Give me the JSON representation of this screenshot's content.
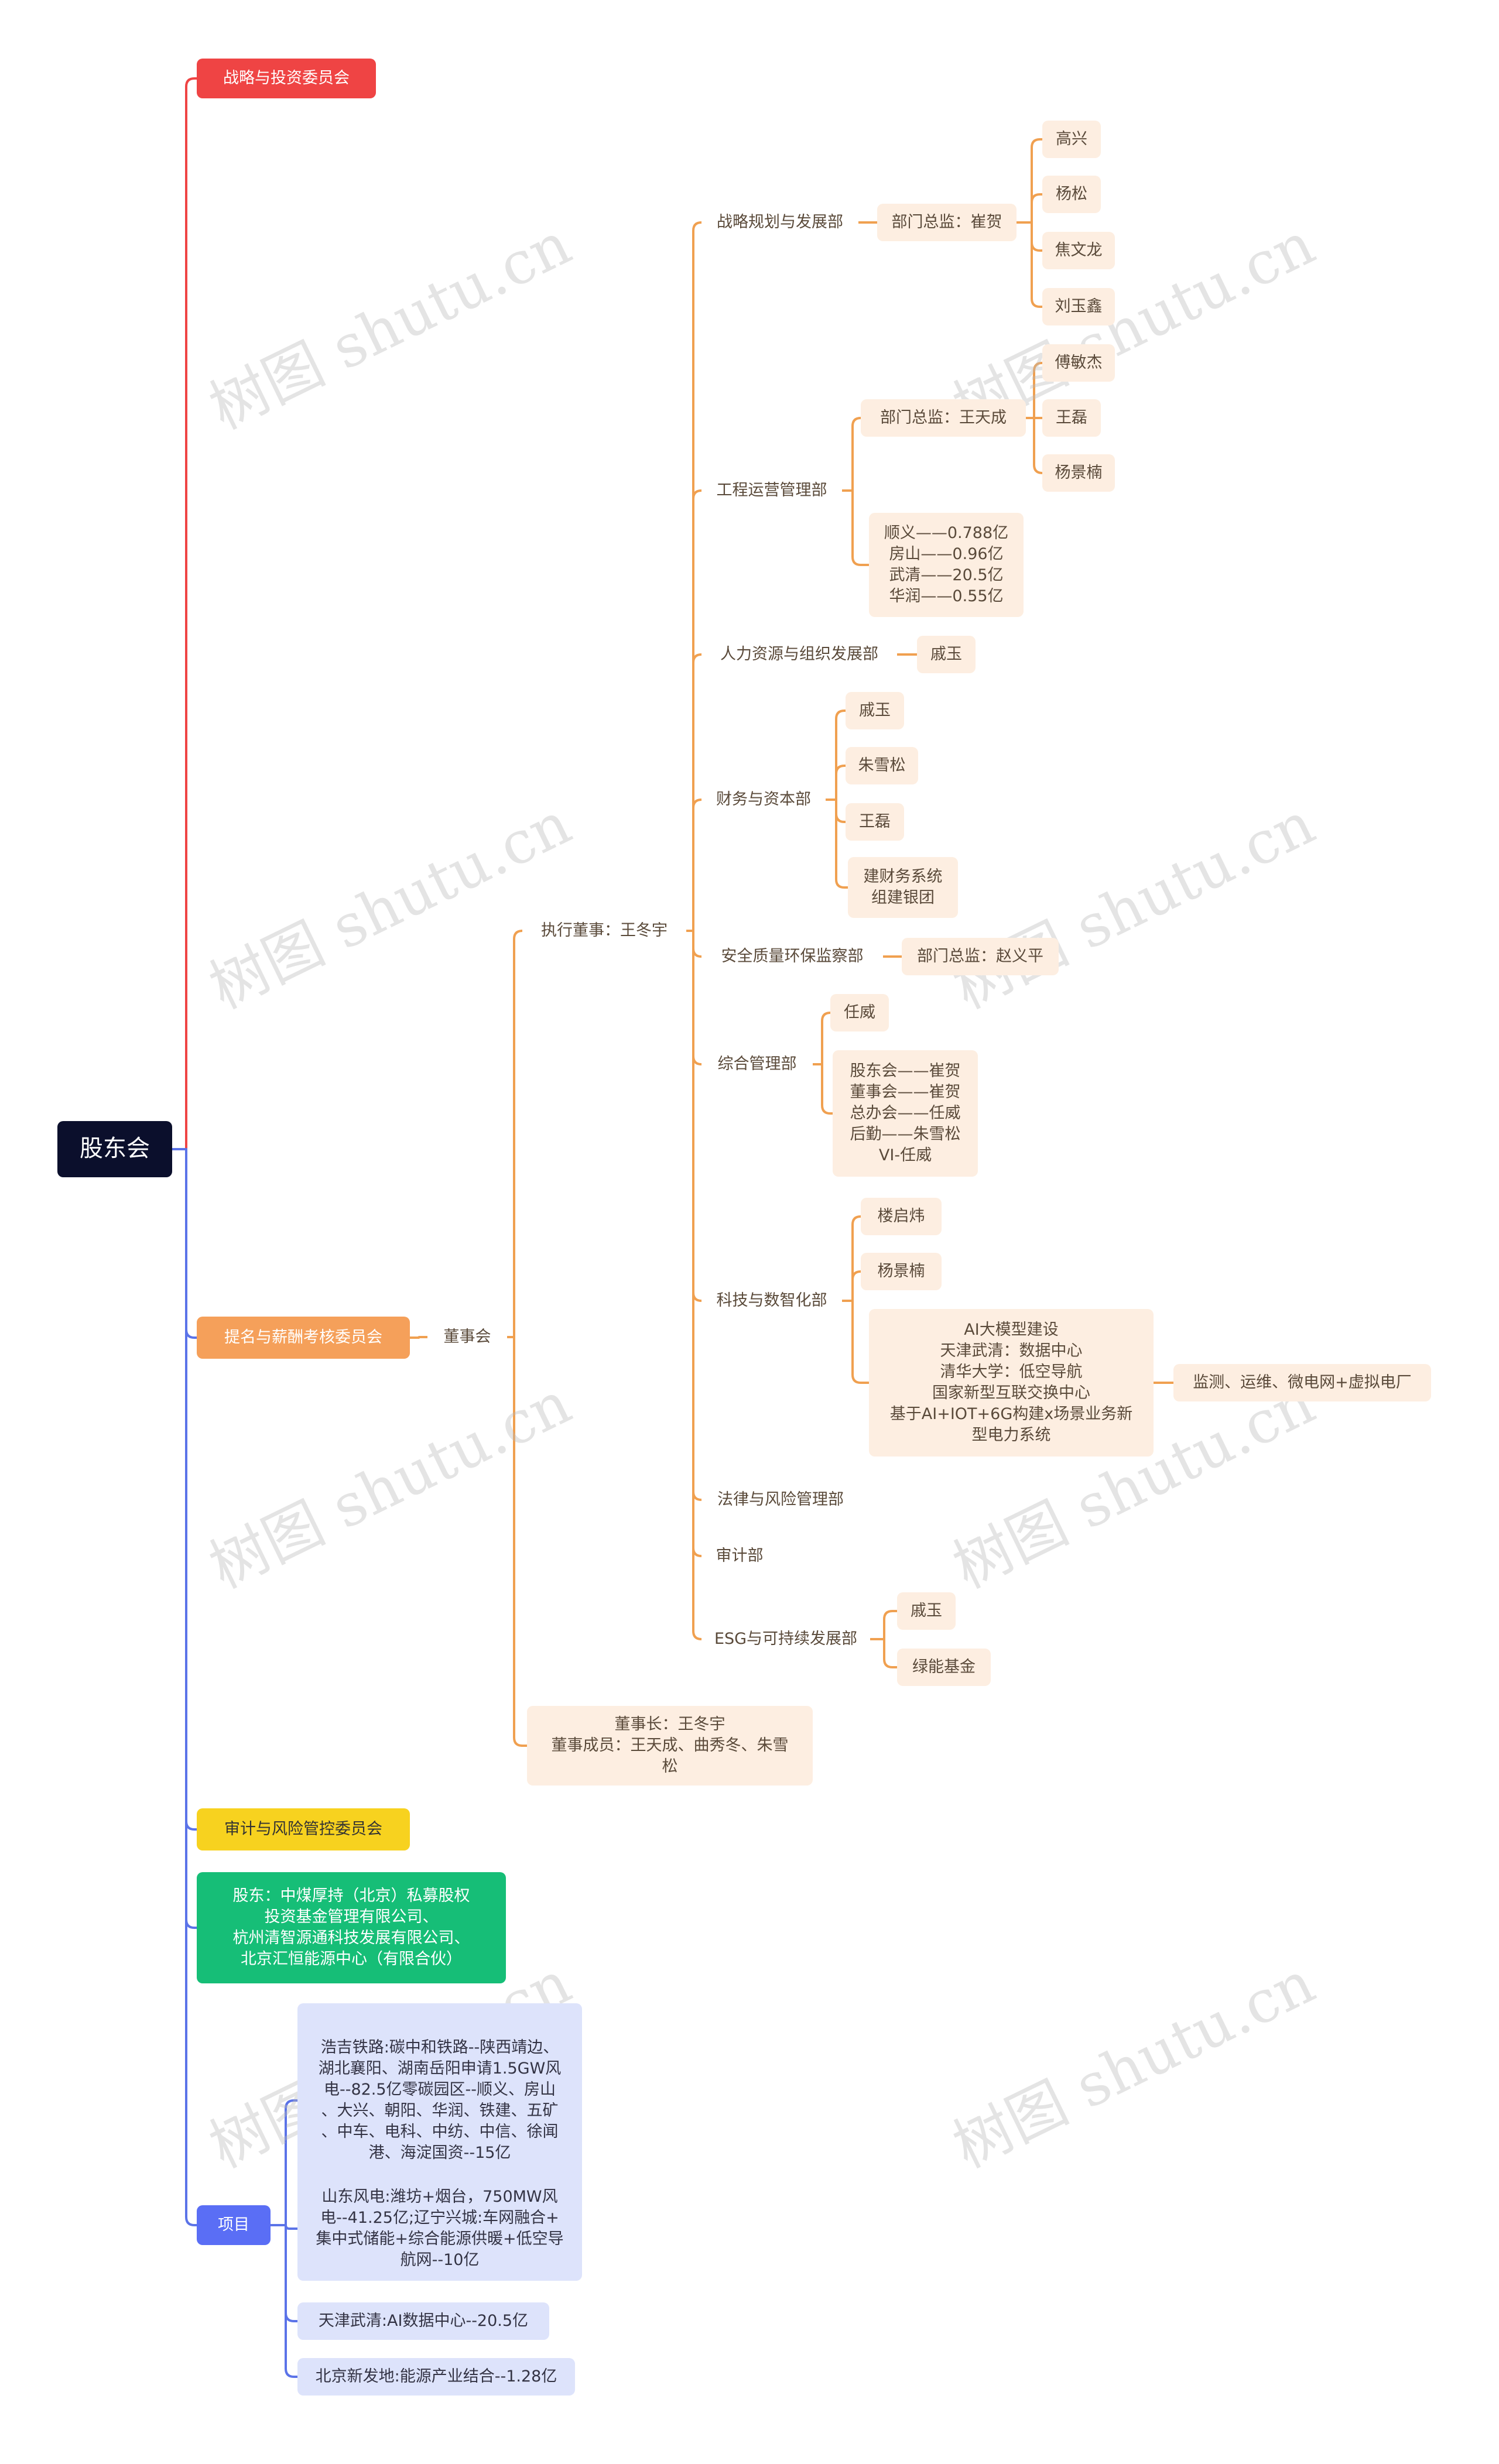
{
  "colors": {
    "root": "#0b0f2c",
    "strategy": "#ef4444",
    "nomination": "#f5a05a",
    "audit": "#f7d21f",
    "shareholders": "#16be77",
    "projects": "#5a6ef5",
    "main_spine": "#5b73e8",
    "orange_wire": "#f0a050",
    "blue_wire": "#5b73e8"
  },
  "watermark": "树图 shutu.cn",
  "root": {
    "label": "股东会"
  },
  "committees": {
    "strategy": "战略与投资委员会",
    "nomination": "提名与薪酬考核委员会",
    "audit": "审计与风险管控委员会"
  },
  "board": {
    "label": "董事会",
    "executive": "执行董事：王冬宇",
    "chair_lines": [
      "董事长：王冬宇",
      "董事成员：王天成、曲秀冬、朱雪",
      "松"
    ]
  },
  "departments": {
    "strategy_plan": {
      "label": "战略规划与发展部",
      "head": "部门总监：崔贺",
      "members": [
        "高兴",
        "杨松",
        "焦文龙",
        "刘玉鑫"
      ]
    },
    "engineering": {
      "label": "工程运营管理部",
      "head": "部门总监：王天成",
      "members": [
        "傅敏杰",
        "王磊",
        "杨景楠"
      ],
      "projects": [
        "顺义——0.788亿",
        "房山——0.96亿",
        "武清——20.5亿",
        "华润——0.55亿"
      ]
    },
    "hr": {
      "label": "人力资源与组织发展部",
      "member": "戚玉"
    },
    "finance": {
      "label": "财务与资本部",
      "members": [
        "戚玉",
        "朱雪松",
        "王磊"
      ],
      "task_lines": [
        "建财务系统",
        "组建银团"
      ]
    },
    "safety": {
      "label": "安全质量环保监察部",
      "head": "部门总监：赵义平"
    },
    "general": {
      "label": "综合管理部",
      "member": "任威",
      "roles": [
        "股东会——崔贺",
        "董事会——崔贺",
        "总办会——任威",
        "后勤——朱雪松",
        "VI-任威"
      ]
    },
    "tech": {
      "label": "科技与数智化部",
      "members": [
        "楼启炜",
        "杨景楠"
      ],
      "plan_lines": [
        "AI大模型建设",
        "天津武清：数据中心",
        "清华大学：低空导航",
        "国家新型互联交换中心",
        "基于AI+IOT+6G构建x场景业务新",
        "型电力系统"
      ],
      "extra": "监测、运维、微电网+虚拟电厂"
    },
    "legal": {
      "label": "法律与风险管理部"
    },
    "audit_dept": {
      "label": "审计部"
    },
    "esg": {
      "label": "ESG与可持续发展部",
      "items": [
        "戚玉",
        "绿能基金"
      ]
    }
  },
  "shareholders_lines": [
    "股东：中煤厚持（北京）私募股权",
    "投资基金管理有限公司、",
    "杭州清智源通科技发展有限公司、",
    "北京汇恒能源中心（有限合伙）"
  ],
  "projects": {
    "label": "项目",
    "items": [
      [
        "浩吉铁路:碳中和铁路--陕西靖边、",
        "湖北襄阳、湖南岳阳申请1.5GW风",
        "电--82.5亿零碳园区--顺义、房山",
        "、大兴、朝阳、华润、铁建、五矿",
        "、中车、电科、中纺、中信、徐闻",
        "港、海淀国资--15亿"
      ],
      [
        "山东风电:潍坊+烟台，750MW风",
        "电--41.25亿;辽宁兴城:车网融合+",
        "集中式储能+综合能源供暖+低空导",
        "航网--10亿"
      ],
      [
        "天津武清:AI数据中心--20.5亿"
      ],
      [
        "北京新发地:能源产业结合--1.28亿"
      ]
    ]
  }
}
